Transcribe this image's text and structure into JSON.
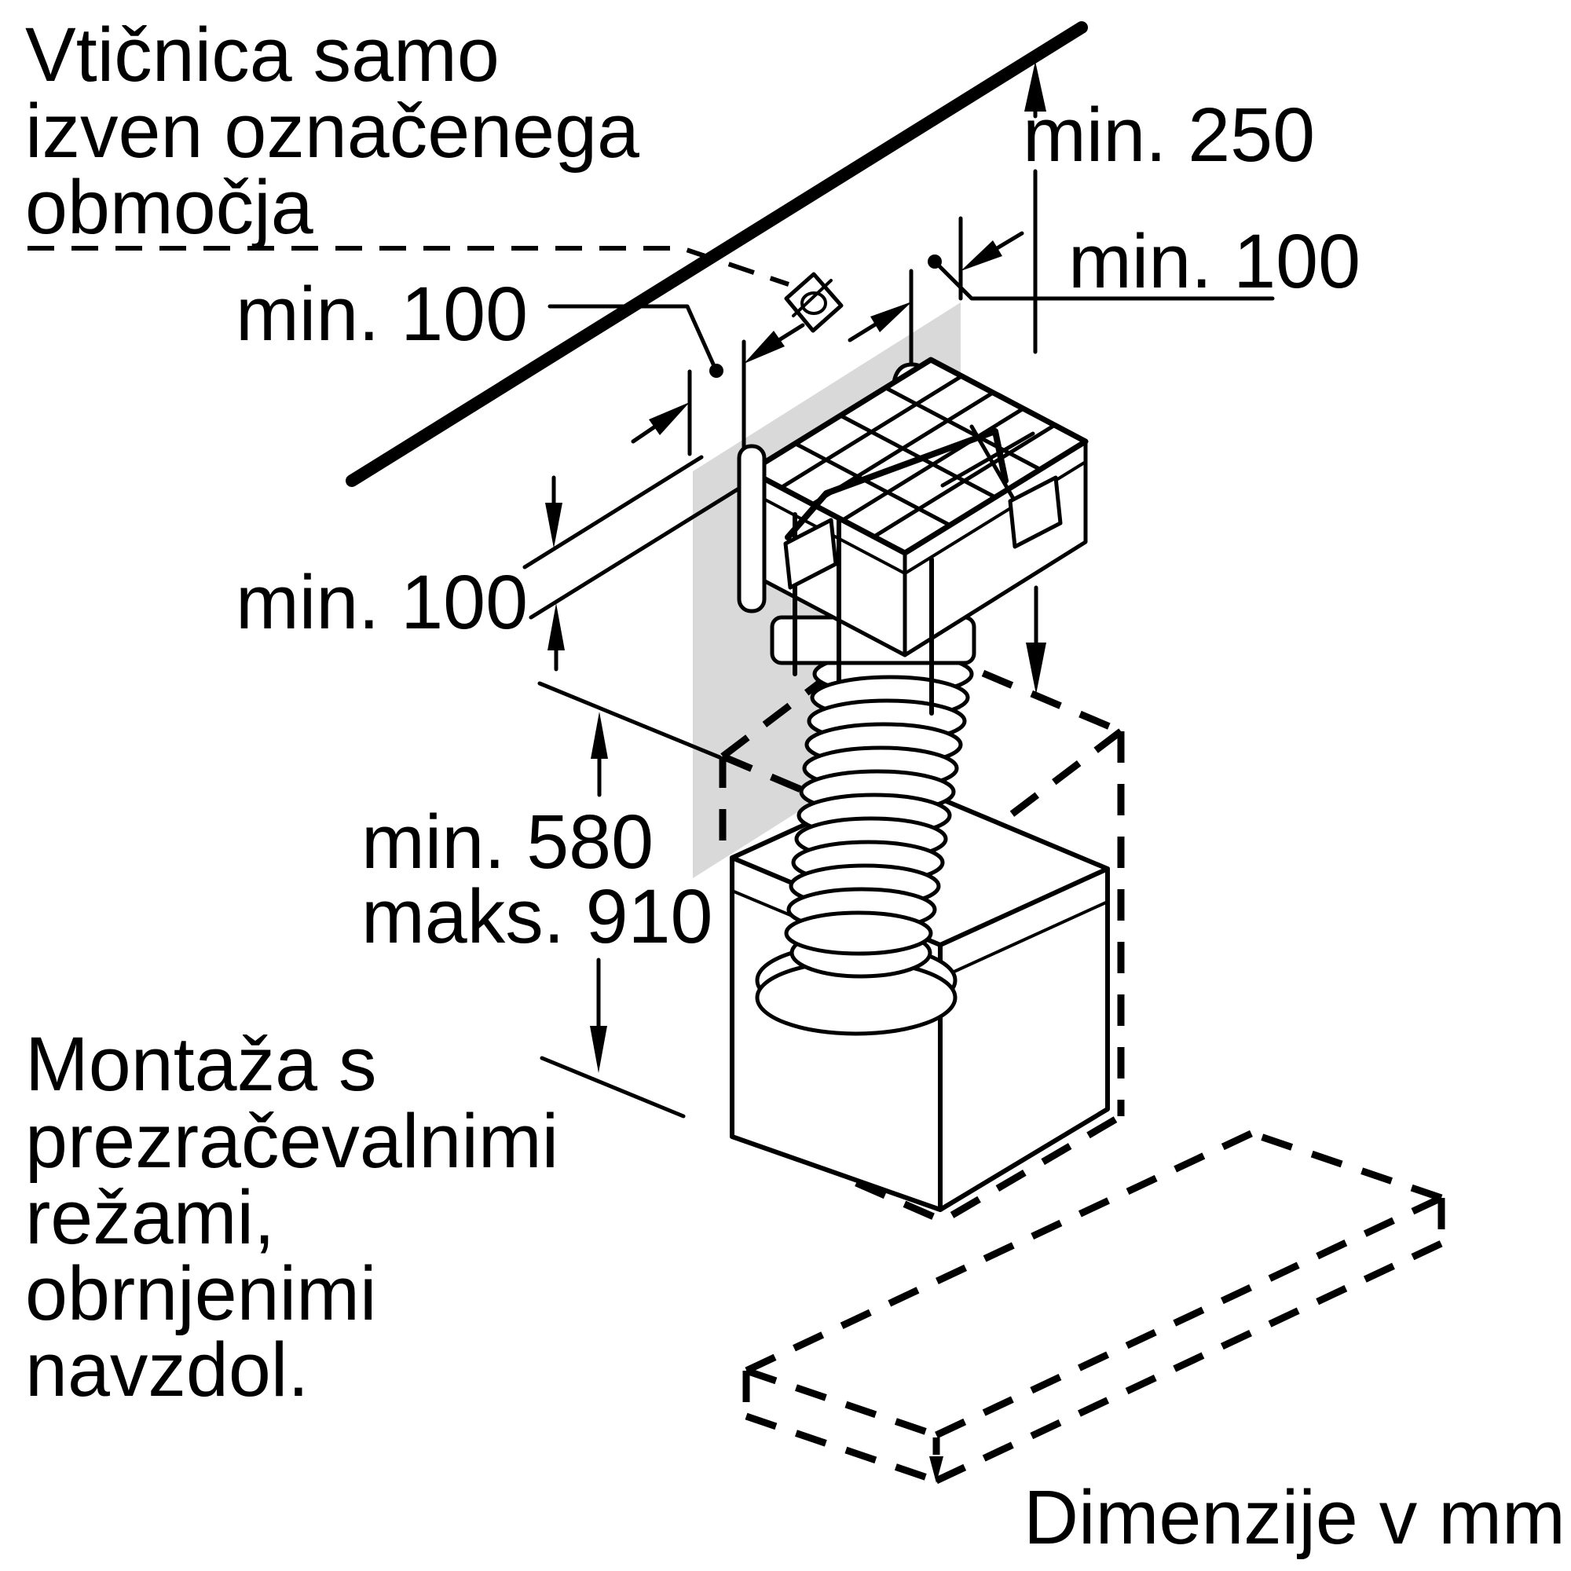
{
  "colors": {
    "ink": "#000000",
    "paper": "#ffffff",
    "panel_fill": "#d9d9d9"
  },
  "notes": {
    "socket_note_lines": [
      "Vtičnica samo",
      "izven označenega",
      "območja"
    ],
    "mounting_note_lines": [
      "Montaža s",
      "prezračevalnimi",
      "režami,",
      "obrnjenimi",
      "navzdol."
    ],
    "units_note": "Dimenzije v mm"
  },
  "dimensions": {
    "wall_clearance_top": "min. 250",
    "side_clearance_right": "min. 100",
    "side_clearance_left": "min. 100",
    "gap_above_hood": "min. 100",
    "chimney_min": "min. 580",
    "chimney_max": "maks. 910"
  },
  "icons": {
    "power_socket": "circle-with-slash-in-diamond"
  }
}
